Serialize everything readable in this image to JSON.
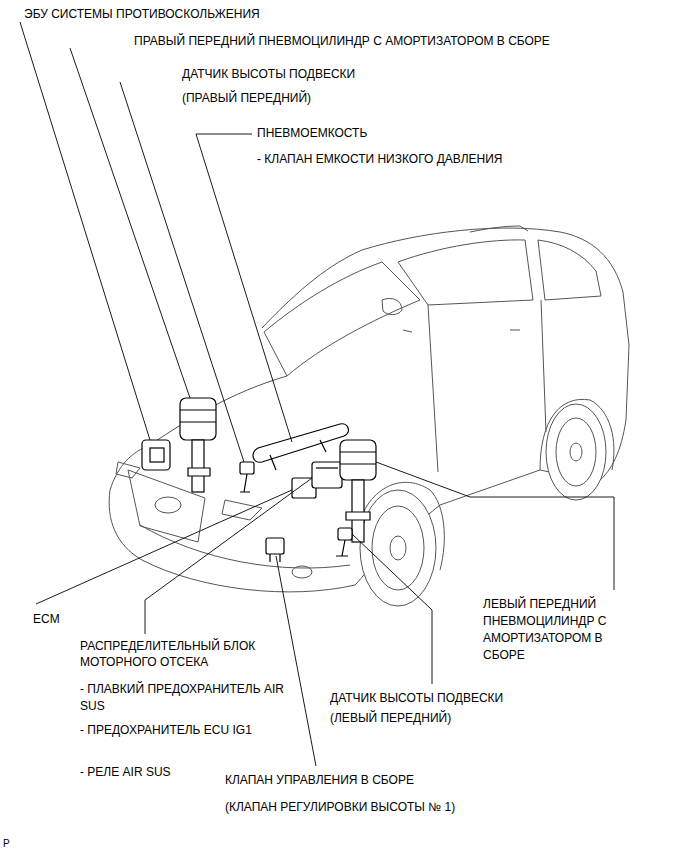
{
  "diagram": {
    "labels": [
      "ЭБУ СИСТЕМЫ ПРОТИВОСКОЛЬЖЕНИЯ",
      "ПРАВЫЙ ПЕРЕДНИЙ ПНЕВМОЦИЛИНДР С АМОРТИЗАТОРОМ В СБОРЕ",
      "ДАТЧИК ВЫСОТЫ ПОДВЕСКИ",
      "(ПРАВЫЙ ПЕРЕДНИЙ)",
      "ПНЕВМОЕМКОСТЬ",
      "- КЛАПАН ЕМКОСТИ НИЗКОГО ДАВЛЕНИЯ",
      "ECM",
      "РАСПРЕДЕЛИТЕЛЬНЫЙ БЛОК МОТОРНОГО ОТСЕКА",
      "- ПЛАВКИЙ ПРЕДОХРАНИТЕЛЬ AIR SUS",
      "- ПРЕДОХРАНИТЕЛЬ ECU IG1",
      "- РЕЛЕ AIR SUS",
      "ЛЕВЫЙ ПЕРЕДНИЙ ПНЕВМОЦИЛИНДР С АМОРТИЗАТОРОМ В СБОРЕ",
      "ДАТЧИК ВЫСОТЫ ПОДВЕСКИ",
      "(ЛЕВЫЙ ПЕРЕДНИЙ)",
      "КЛАПАН УПРАВЛЕНИЯ В СБОРЕ",
      "(КЛАПАН РЕГУЛИРОВКИ ВЫСОТЫ № 1)",
      "P"
    ]
  }
}
